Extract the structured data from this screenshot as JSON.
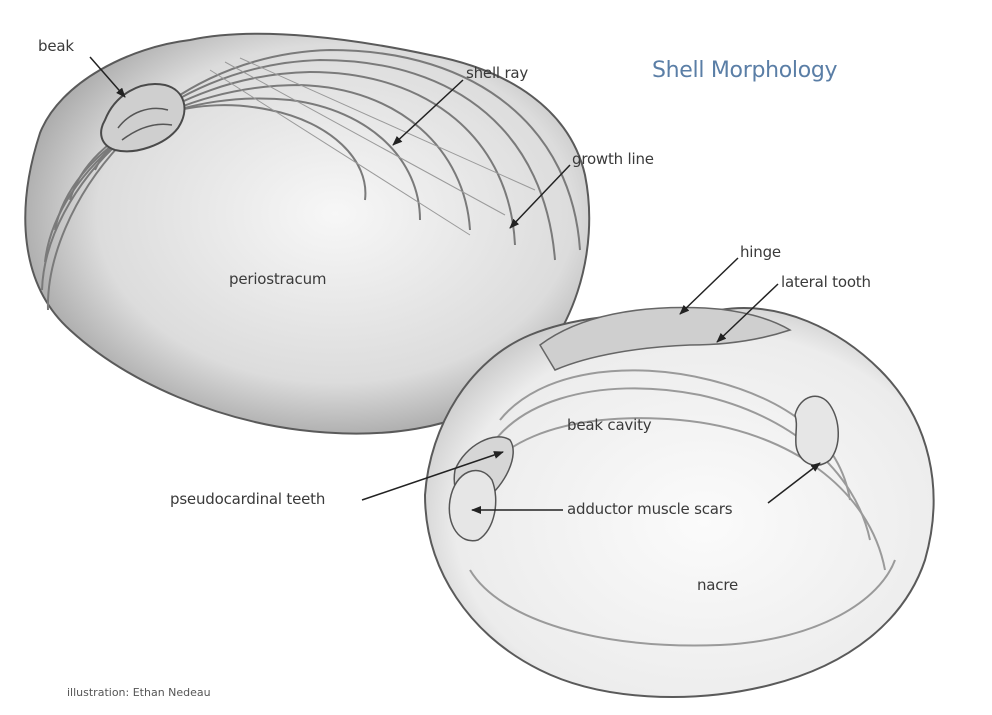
{
  "title": "Shell Morphology",
  "credit": "illustration: Ethan Nedeau",
  "labels": {
    "beak": "beak",
    "shell_ray": "shell ray",
    "growth_line": "growth line",
    "periostracum": "periostracum",
    "hinge": "hinge",
    "lateral_tooth": "lateral tooth",
    "beak_cavity": "beak cavity",
    "pseudocardinal_teeth": "pseudocardinal teeth",
    "adductor_muscle_scars": "adductor muscle scars",
    "nacre": "nacre"
  },
  "colors": {
    "title": "#5a7ea6",
    "label_text": "#3a3a3a",
    "arrow": "#222222",
    "shell_outline": "#555555"
  }
}
